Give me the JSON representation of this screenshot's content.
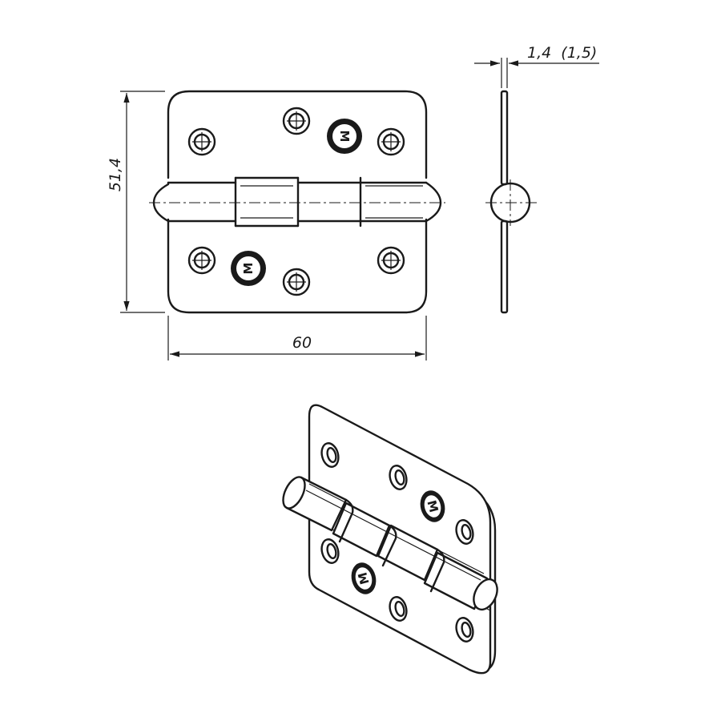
{
  "dimensions": {
    "height_label": "51,4",
    "width_label": "60",
    "thickness_label": "1,4  (1,5)"
  },
  "logo_mark": "M"
}
